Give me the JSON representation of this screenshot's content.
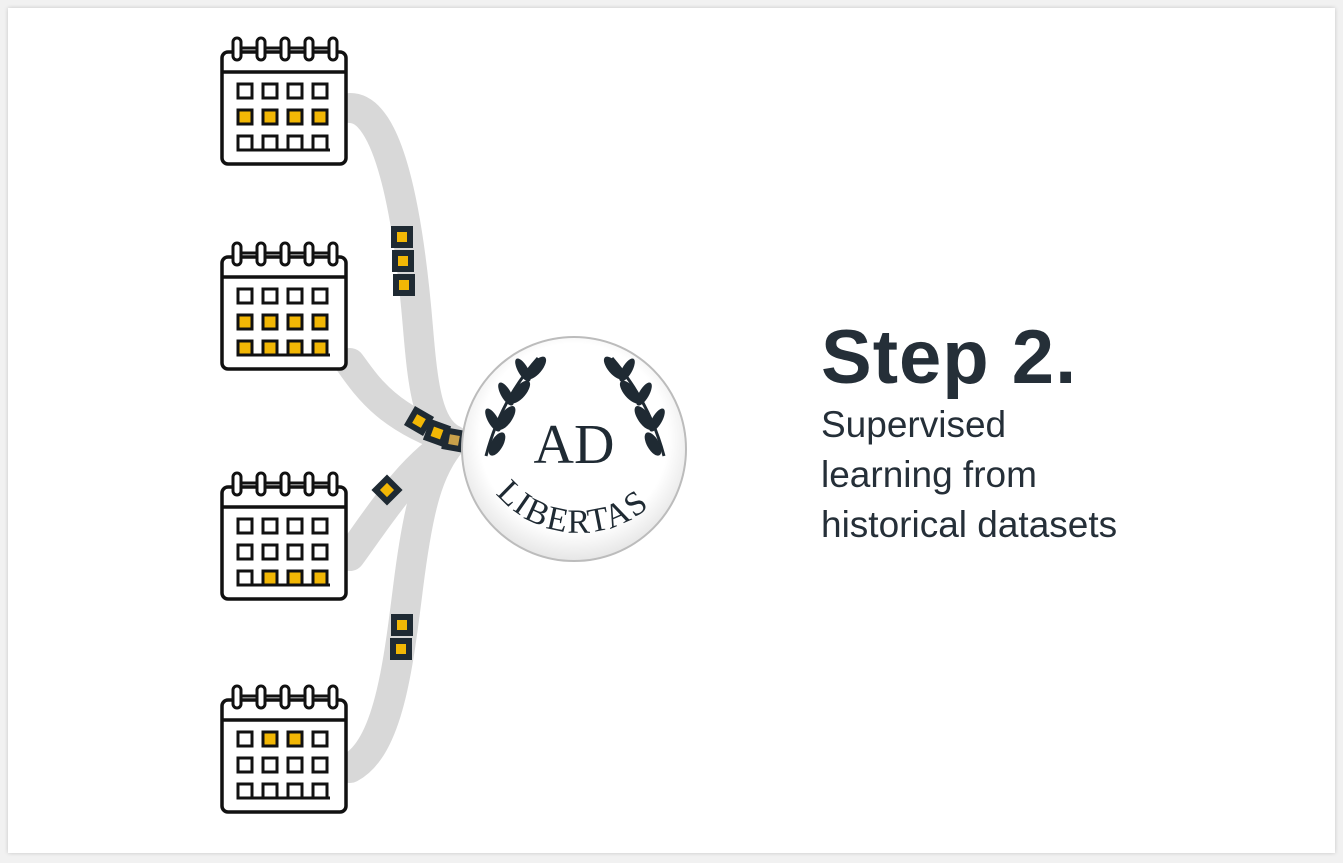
{
  "step": {
    "title": "Step 2.",
    "description": "Supervised\nlearning from\nhistorical datasets"
  },
  "logo": {
    "monogram": "AD",
    "wordmark": "LIBERTAS"
  },
  "calendars": [
    {
      "name": "calendar-1",
      "highlighted_row": 1,
      "highlighted_cols": [
        0,
        1,
        2,
        3
      ]
    },
    {
      "name": "calendar-2",
      "highlighted_row": 1,
      "highlighted_cols": [
        0,
        1,
        2,
        3
      ],
      "extra_row": 2
    },
    {
      "name": "calendar-3",
      "highlighted_row": 2,
      "highlighted_cols": [
        1,
        2,
        3
      ]
    },
    {
      "name": "calendar-4",
      "highlighted_row": 0,
      "highlighted_cols": [
        1,
        2
      ]
    }
  ],
  "colors": {
    "accent": "#f2b705",
    "dark": "#1f2a33",
    "stream": "#d6d6d6",
    "text": "#252f38"
  },
  "icons": {
    "calendar": "calendar-icon",
    "data_chip": "data-chip-icon",
    "laurel": "laurel-wreath-icon"
  }
}
